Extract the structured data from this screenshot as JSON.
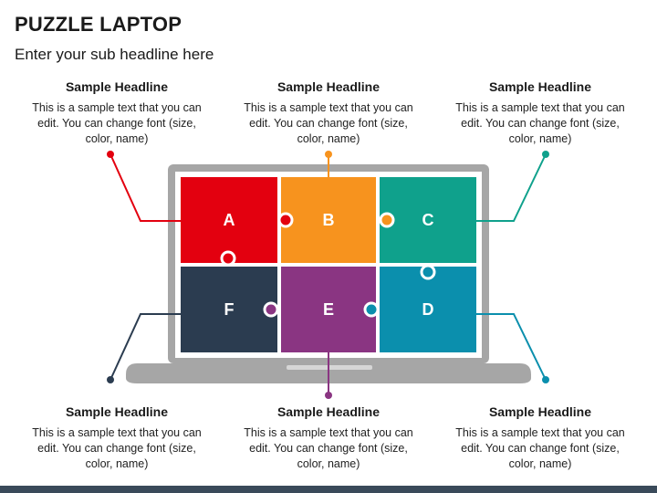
{
  "title": "PUZZLE LAPTOP",
  "subtitle": "Enter your sub headline here",
  "callouts": [
    {
      "headline": "Sample Headline",
      "text": "This is a sample text that you can edit. You can change font (size, color, name)"
    },
    {
      "headline": "Sample Headline",
      "text": "This is a sample text that you can edit. You can change font (size, color, name)"
    },
    {
      "headline": "Sample Headline",
      "text": "This is a sample text that you can edit. You can change font (size, color, name)"
    },
    {
      "headline": "Sample Headline",
      "text": "This is a sample text that you can edit. You can change font (size, color, name)"
    },
    {
      "headline": "Sample Headline",
      "text": "This is a sample text that you can edit. You can change font (size, color, name)"
    },
    {
      "headline": "Sample Headline",
      "text": "This is a sample text that you can edit. You can change font (size, color, name)"
    }
  ],
  "pieces": [
    {
      "letter": "A",
      "color": "#E3000F"
    },
    {
      "letter": "B",
      "color": "#F7931E"
    },
    {
      "letter": "C",
      "color": "#0FA18C"
    },
    {
      "letter": "D",
      "color": "#0B8FAD"
    },
    {
      "letter": "E",
      "color": "#8A3582"
    },
    {
      "letter": "F",
      "color": "#2B3C50"
    }
  ],
  "colors": {
    "laptop_frame": "#A6A6A6",
    "laptop_base": "#A6A6A6",
    "screen": "#FFFFFF"
  }
}
